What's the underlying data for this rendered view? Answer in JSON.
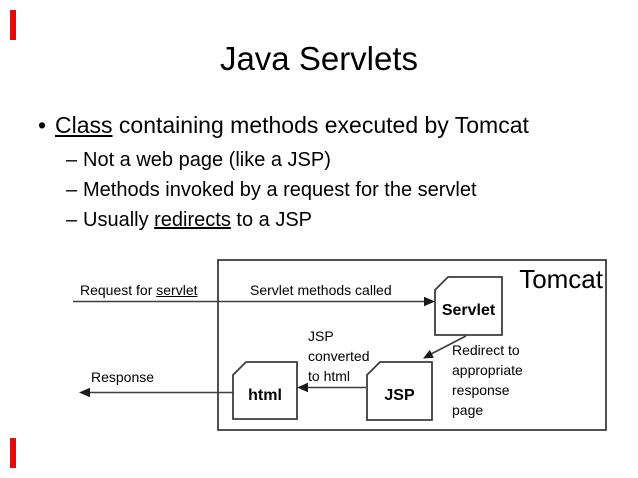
{
  "slide": {
    "title": "Java Servlets",
    "accent_color": "#e60a0a",
    "bg_color": "#ffffff",
    "text_color": "#000000",
    "line_color": "#3d3d3d"
  },
  "bullets": {
    "level1_marker": "•",
    "level2_marker": "–",
    "item1_underlined": "Class",
    "item1_rest": " containing methods executed by Tomcat",
    "sub1": "Not a web page (like a JSP)",
    "sub2": "Methods invoked by a request for the servlet",
    "sub3_pre": "Usually ",
    "sub3_underlined": "redirects",
    "sub3_post": " to a JSP"
  },
  "diagram": {
    "container_label": "Tomcat",
    "request_pre": "Request for ",
    "request_underlined": "servlet",
    "methods_label": "Servlet methods called",
    "servlet_box": "Servlet",
    "jsp_box": "JSP",
    "html_box": "html",
    "jsp_converted": "JSP\nconverted\nto html",
    "redirect": "Redirect to\nappropriate\nresponse\npage",
    "response_label": "Response"
  }
}
